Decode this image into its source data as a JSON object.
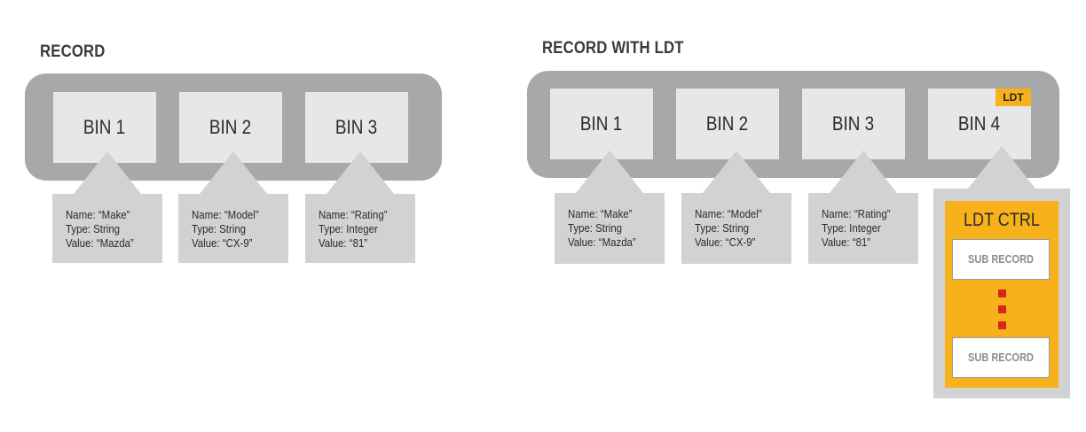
{
  "left": {
    "title": "RECORD",
    "bins": [
      "BIN 1",
      "BIN 2",
      "BIN 3"
    ],
    "info": [
      {
        "name": "Name: “Make”",
        "type": "Type: String",
        "value": "Value: “Mazda”"
      },
      {
        "name": "Name: “Model”",
        "type": "Type: String",
        "value": "Value: “CX-9”"
      },
      {
        "name": "Name: “Rating”",
        "type": "Type: Integer",
        "value": "Value: “81”"
      }
    ]
  },
  "right": {
    "title": "RECORD WITH LDT",
    "bins": [
      "BIN 1",
      "BIN 2",
      "BIN 3",
      "BIN 4"
    ],
    "ldt_badge": "LDT",
    "info": [
      {
        "name": "Name: “Make”",
        "type": "Type: String",
        "value": "Value: “Mazda”"
      },
      {
        "name": "Name: “Model”",
        "type": "Type: String",
        "value": "Value: “CX-9”"
      },
      {
        "name": "Name: “Rating”",
        "type": "Type: Integer",
        "value": "Value: “81”"
      }
    ],
    "ldt_ctrl": {
      "title": "LDT CTRL",
      "sub_records": [
        "SUB RECORD",
        "SUB RECORD"
      ]
    }
  },
  "colors": {
    "record_bg": "#a7a8aa",
    "bin_bg": "#e6e7e8",
    "info_bg": "#d1d2d4",
    "ldt_accent": "#f7b21b",
    "dot": "#d9261c"
  }
}
